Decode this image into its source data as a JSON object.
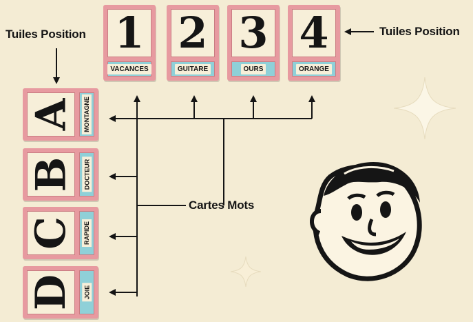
{
  "labels": {
    "tiles_position_left": "Tuiles Position",
    "tiles_position_right": "Tuiles Position",
    "cartes_mots": "Cartes Mots"
  },
  "top_tiles": [
    {
      "symbol": "1",
      "word": "VACANCES"
    },
    {
      "symbol": "2",
      "word": "GUITARE"
    },
    {
      "symbol": "3",
      "word": "OURS"
    },
    {
      "symbol": "4",
      "word": "ORANGE"
    }
  ],
  "left_tiles": [
    {
      "symbol": "A",
      "word": "MONTAGNE"
    },
    {
      "symbol": "B",
      "word": "DOCTEUR"
    },
    {
      "symbol": "C",
      "word": "RAPIDE"
    },
    {
      "symbol": "D",
      "word": "JOIE"
    }
  ],
  "colors": {
    "background": "#f4ecd4",
    "tile_border": "#e79aa0",
    "tile_face": "#f7efd9",
    "word_band": "#8fd0d8",
    "ink": "#151515"
  },
  "icons": [
    "star-sparkle",
    "smiling-man-face"
  ]
}
